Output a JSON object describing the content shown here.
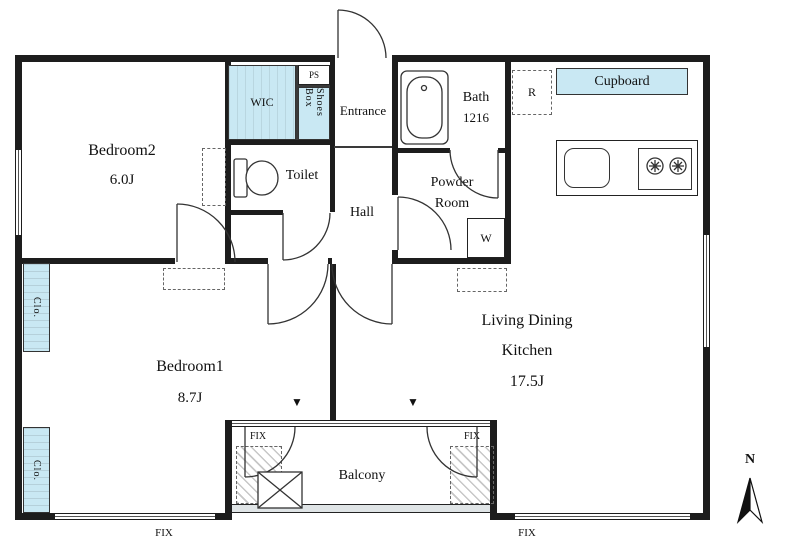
{
  "plan": {
    "rooms": {
      "bedroom2": {
        "name": "Bedroom2",
        "size": "6.0J"
      },
      "bedroom1": {
        "name": "Bedroom1",
        "size": "8.7J"
      },
      "living": {
        "line1": "Living Dining",
        "line2": "Kitchen",
        "size": "17.5J"
      },
      "entrance": {
        "name": "Entrance"
      },
      "hall": {
        "name": "Hall"
      },
      "toilet": {
        "name": "Toilet"
      },
      "bath": {
        "name": "Bath",
        "size": "1216"
      },
      "powder": {
        "line1": "Powder",
        "line2": "Room"
      },
      "balcony": {
        "name": "Balcony"
      }
    },
    "storage": {
      "wic": "WIC",
      "shoes_box": "Shoes Box",
      "cupboard": "Cupboard",
      "closet_upper": "Clo.",
      "closet_lower": "Clo.",
      "ps": "PS"
    },
    "appliances": {
      "washer": "W",
      "refrigerator": "R"
    },
    "annotations": {
      "fix_balcony_left": "FIX",
      "fix_balcony_right": "FIX",
      "fix_bottom_left": "FIX",
      "fix_bottom_right": "FIX",
      "marker_left": "▼",
      "marker_right": "▼",
      "compass_north": "N"
    },
    "colors": {
      "storage_fill": "#c9e8f3",
      "wall": "#1d1d1d",
      "window_fill": "#dfe4e6"
    }
  }
}
